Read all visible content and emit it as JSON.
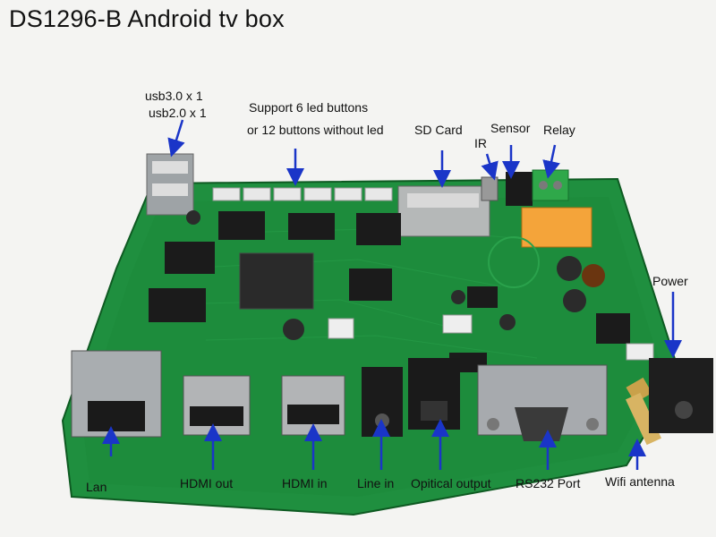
{
  "title": "DS1296-B Android tv box",
  "labels": {
    "usb1": "usb3.0 x 1",
    "usb2": "usb2.0 x 1",
    "buttons1": "Support 6 led buttons",
    "buttons2": "or 12 buttons without led",
    "sdcard": "SD Card",
    "ir": "IR",
    "sensor": "Sensor",
    "relay": "Relay",
    "power": "Power",
    "lan": "Lan",
    "hdmi_out": "HDMI out",
    "hdmi_in": "HDMI in",
    "line_in": "Line in",
    "optical": "Opitical output",
    "rs232": "RS232 Port",
    "wifi": "Wifi antenna"
  },
  "colors": {
    "pcb": "#1f8f3f",
    "pcb_dark": "#14702c",
    "arrow": "#1a35c8",
    "relay": "#f4a43a",
    "terminal": "#2fa84a"
  }
}
